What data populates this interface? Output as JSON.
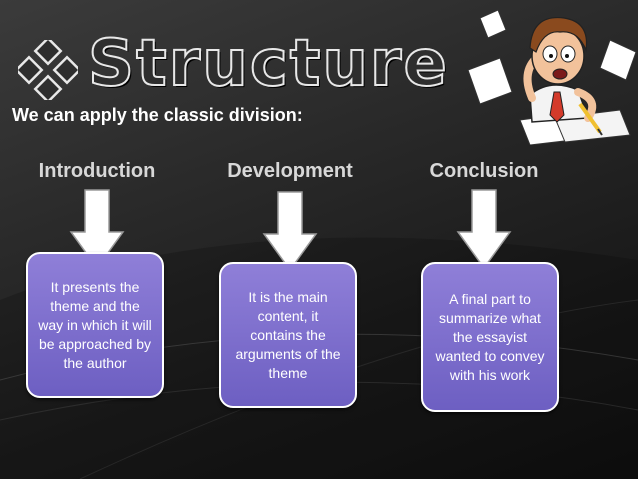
{
  "title": "Structure",
  "subtitle": "We can apply the classic division:",
  "columns": [
    {
      "heading": "Introduction",
      "text": "It presents the theme and the way in which it will be approached by the author"
    },
    {
      "heading": "Development",
      "text": "It is the main content, it contains the arguments of the theme"
    },
    {
      "heading": "Conclusion",
      "text": "A final part to summarize what the essayist wanted to convey with his work"
    }
  ],
  "colors": {
    "box_fill": "#7b6ccc",
    "box_border": "#ffffff",
    "arrow_fill": "#ffffff",
    "heading_text": "#d8d8d8"
  },
  "icons": [
    "diamond-bullet-icon",
    "down-arrow-icon",
    "stressed-writer-illustration"
  ]
}
